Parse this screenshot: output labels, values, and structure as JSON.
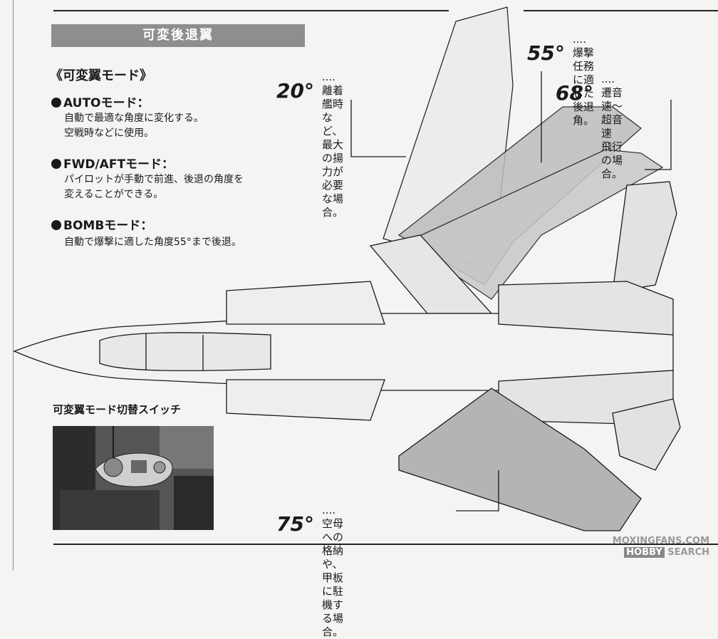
{
  "banner": {
    "title": "可変後退翼"
  },
  "section_heading": "《可変翼モード》",
  "modes": [
    {
      "title": "AUTOモード：",
      "desc": "自動で最適な角度に変化する。\n空戦時などに使用。"
    },
    {
      "title": "FWD/AFTモード：",
      "desc": "パイロットが手動で前進、後退の角度を\n変えることができる。"
    },
    {
      "title": "BOMBモード：",
      "desc": "自動で爆撃に適した角度55°まで後退。"
    }
  ],
  "annotations": {
    "a20": {
      "deg": "20°",
      "text": "....離着艦時など、\n最大の揚力が\n必要な場合。"
    },
    "a55": {
      "deg": "55°",
      "text": "....爆撃任務に適した\n後退角。"
    },
    "a68": {
      "deg": "68°",
      "text": "....遷音速〜超音速\n飛行の場合。"
    },
    "a75": {
      "deg": "75°",
      "text": "....空母への格納や、甲板\nに駐機する場合。"
    }
  },
  "photo": {
    "caption": "可変翼モード切替スイッチ"
  },
  "watermark": {
    "line1": "MOXINGFANS.COM",
    "line2a": "HOBBY",
    "line2b": " SEARCH"
  },
  "colors": {
    "banner_bg": "#8e8e8e",
    "wing_fill": "#b4b4b4",
    "line": "#1a1a1a"
  }
}
